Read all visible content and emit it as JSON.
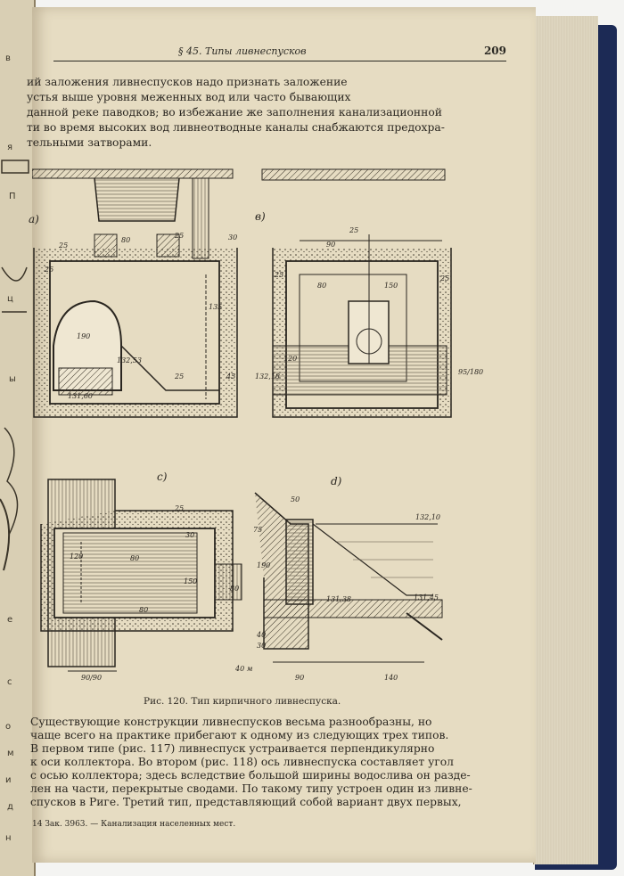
{
  "header": {
    "section_title": "§ 45. Типы ливнеспусков",
    "page_number": "209"
  },
  "top_lines": [
    "ий заложения ливнеспусков надо признать заложение",
    "устья выше уровня меженных вод или часто бывающих",
    "данной реке паводков; во избежание же заполнения канализационной",
    "ти во время высоких вод ливнеотводные каналы снабжаются предохра-",
    "тельными затворами."
  ],
  "figure": {
    "panel_labels": [
      "a)",
      "в)",
      "c)",
      "d)"
    ],
    "dims_a": [
      "25",
      "80",
      "25",
      "30",
      "25",
      "135",
      "190",
      "132,53",
      "25",
      "131,60",
      "45"
    ],
    "dims_b": [
      "25",
      "90",
      "80",
      "150",
      "25",
      "25",
      "120",
      "132,18",
      "95/180"
    ],
    "dims_c": [
      "25",
      "30",
      "120",
      "80",
      "150",
      "80",
      "80",
      "90/90"
    ],
    "dims_d": [
      "50",
      "75",
      "190",
      "132,10",
      "131,38",
      "131,45",
      "40",
      "30",
      "40 м",
      "90",
      "140"
    ]
  },
  "caption": "Рис. 120. Тип кирпичного ливнеспуска.",
  "bottom_lines": [
    "Существующие конструкции ливнеспусков весьма разнообразны, но",
    "чаще всего на практике прибегают к одному из следующих трех типов.",
    "В первом типе (рис. 117) ливнеспуск устраивается перпендикулярно",
    "к оси коллектора. Во втором (рис. 118) ось ливнеспуска составляет угол",
    "с осью коллектора; здесь вследствие большой ширины водослива он разде-",
    "лен на части, перекрытые сводами. По такому типу устроен один из ливне-",
    "спусков в Риге. Третий тип, представляющий собой вариант двух первых,"
  ],
  "footer": "14   Зак. 3963. — Канализация населенных мест.",
  "prev_page_fragments": [
    "в",
    "я",
    "П",
    "ц",
    "ы",
    "е",
    "с",
    "о",
    "м",
    "и",
    "д",
    "н"
  ]
}
